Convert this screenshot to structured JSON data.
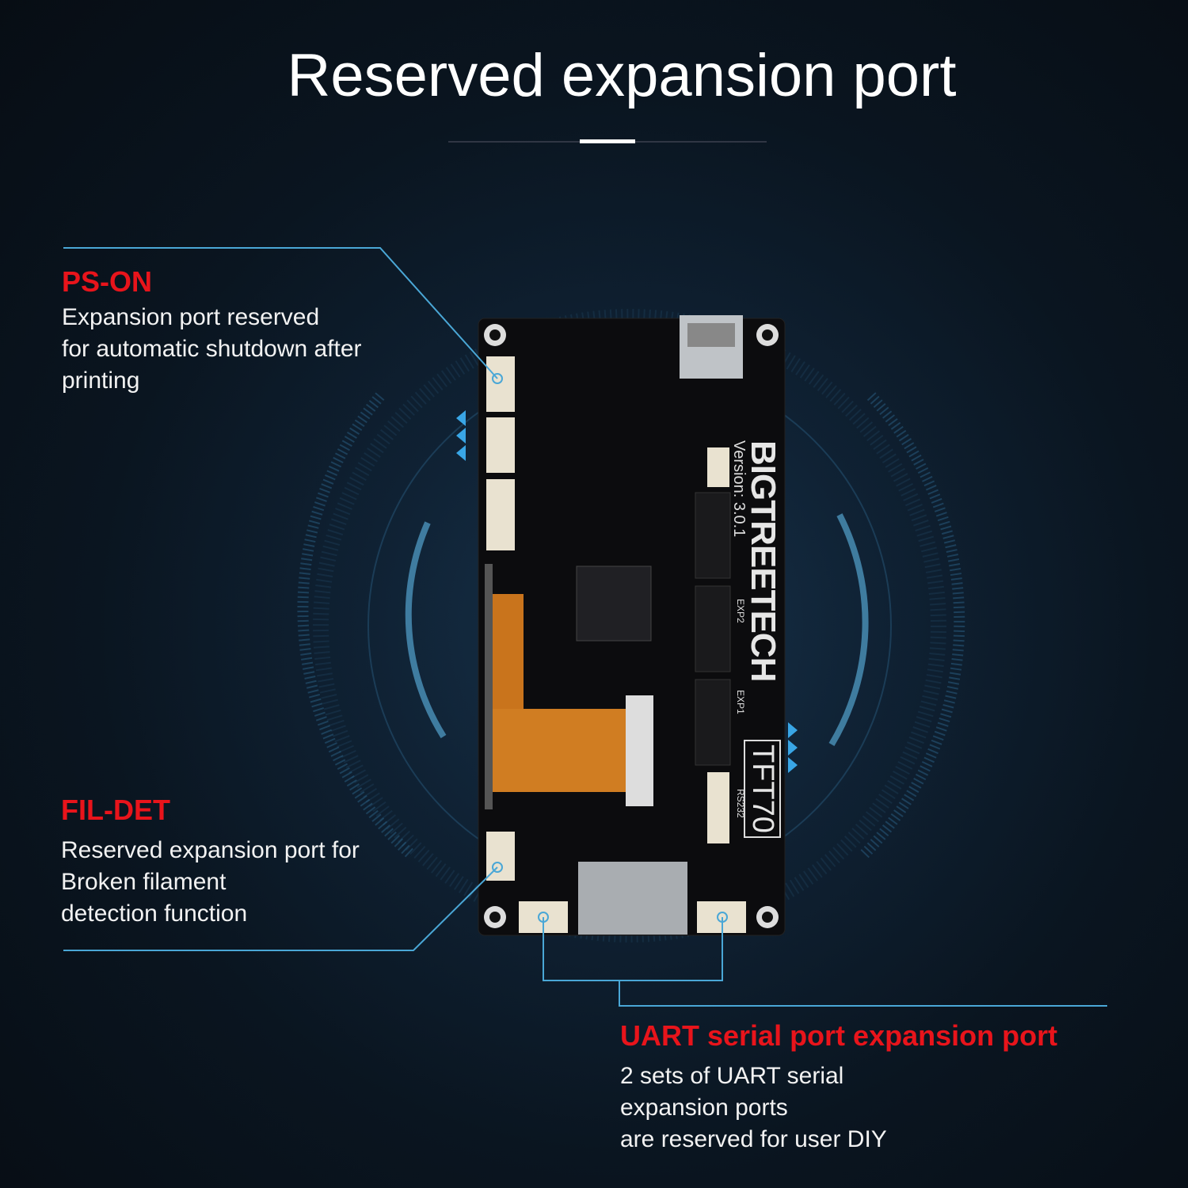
{
  "title": "Reserved expansion port",
  "callouts": {
    "ps_on": {
      "heading": "PS-ON",
      "lines": [
        "Expansion port reserved",
        "for automatic shutdown after",
        "printing"
      ]
    },
    "fil_det": {
      "heading": "FIL-DET",
      "lines": [
        "Reserved expansion port for",
        "Broken filament",
        "detection function"
      ]
    },
    "uart": {
      "heading": "UART serial port expansion port",
      "lines": [
        "2 sets of UART serial",
        "expansion ports",
        "are reserved for user DIY"
      ]
    }
  },
  "board": {
    "brand": "BIGTREETECH",
    "model": "TFT70",
    "version": "Version: 3.0.1",
    "exp2": "EXP2",
    "exp1": "EXP1",
    "rs232": "RS232"
  },
  "colors": {
    "accent_red": "#e8141b",
    "line_blue": "#4aa7d6",
    "background": "#0a1520"
  }
}
